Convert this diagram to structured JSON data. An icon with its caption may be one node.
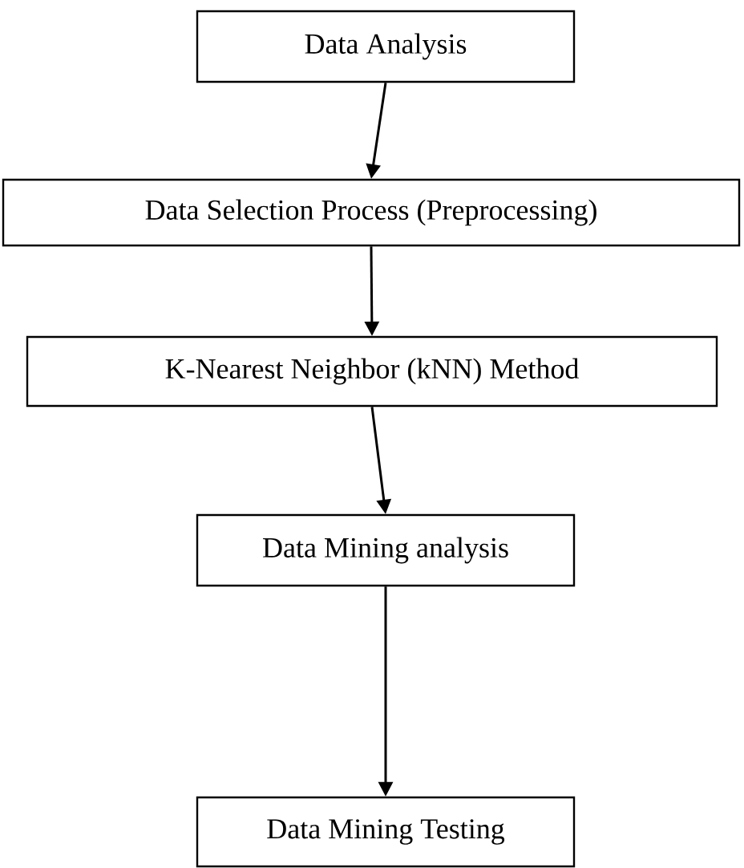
{
  "diagram": {
    "nodes": [
      {
        "text": [
          "Data Analysis"
        ]
      },
      {
        "text": [
          "Data Selection Process (Preprocessing)"
        ]
      },
      {
        "text": [
          "K-Nearest Neighbor (kNN) Method"
        ]
      },
      {
        "text": [
          "Data Mining analysis"
        ]
      },
      {
        "text": [
          "Data Mining Testing"
        ]
      }
    ],
    "edges": [
      {
        "from": 0,
        "to": 1,
        "arrow": "to"
      },
      {
        "from": 1,
        "to": 2,
        "arrow": "to"
      },
      {
        "from": 2,
        "to": 3,
        "arrow": "to"
      },
      {
        "from": 3,
        "to": 4,
        "arrow": "to"
      }
    ]
  }
}
